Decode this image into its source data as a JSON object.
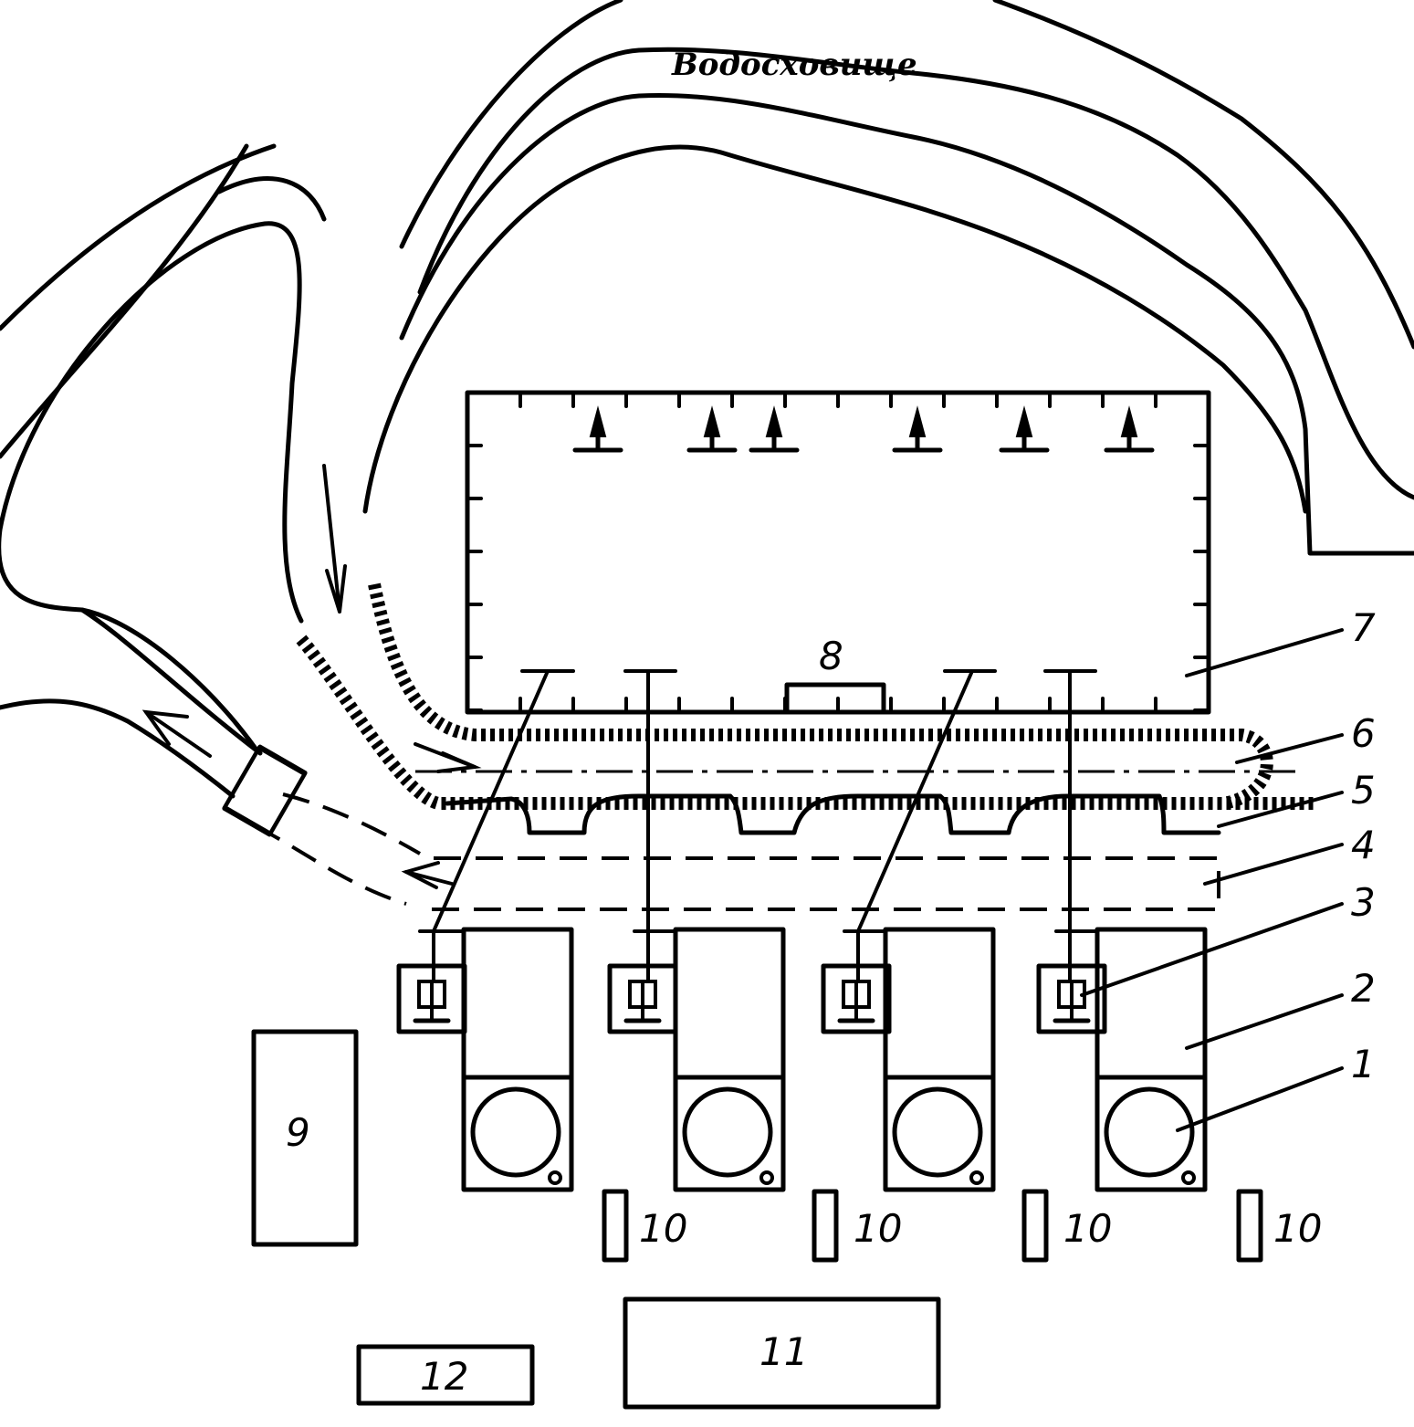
{
  "reservoir_label": "Водосховище",
  "callouts": {
    "n1": "1",
    "n2": "2",
    "n3": "3",
    "n4": "4",
    "n5": "5",
    "n6": "6",
    "n7": "7",
    "n8": "8",
    "n9": "9",
    "n10": "10",
    "n11": "11",
    "n12": "12"
  },
  "colors": {
    "ink": "#000000",
    "paper": "#ffffff"
  }
}
